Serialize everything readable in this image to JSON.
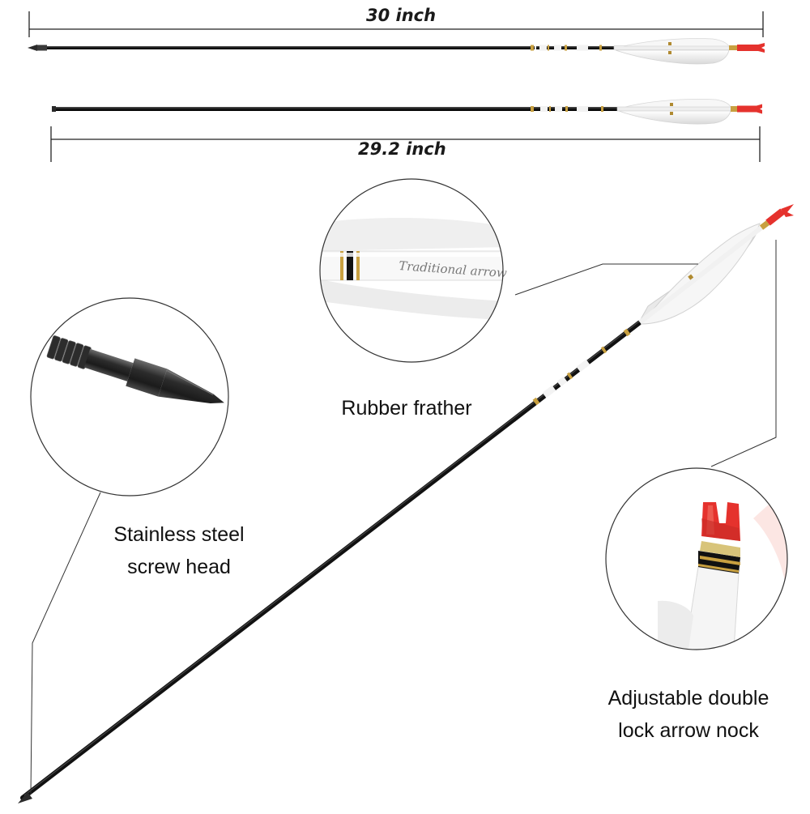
{
  "dimensions": {
    "top_arrow_length": "30 inch",
    "bottom_arrow_length": "29.2 inch"
  },
  "callouts": {
    "fletching": "Rubber frather",
    "head_line1": "Stainless steel",
    "head_line2": "screw head",
    "nock_line1": "Adjustable double",
    "nock_line2": "lock arrow nock"
  },
  "zoom_inset_text": "Traditional arrow",
  "colors": {
    "shaft": "#1b1b1b",
    "fletch": "#f4f4f4",
    "nock": "#e5322d",
    "band_gold": "#c8a040",
    "background": "#ffffff"
  }
}
